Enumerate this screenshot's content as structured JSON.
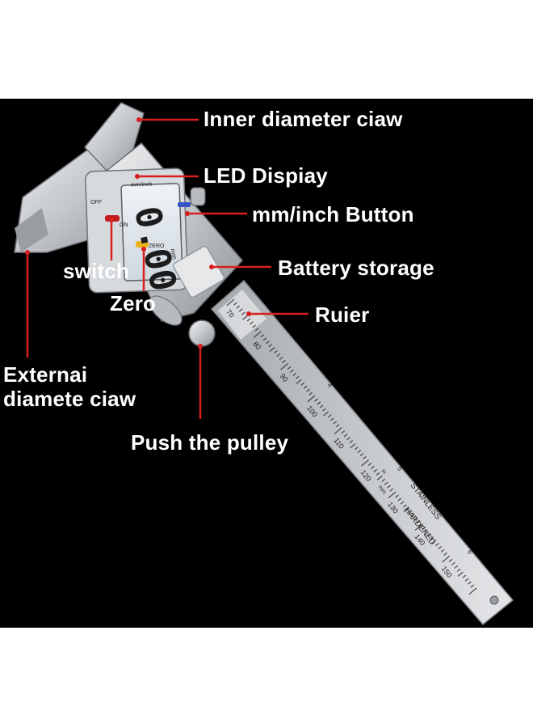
{
  "labels": {
    "inner_claw": "Inner diameter ciaw",
    "led_display": "LED Dispiay",
    "mm_inch_button": "mm/inch Button",
    "switch": "switch",
    "battery": "Battery storage",
    "zero": "Zero",
    "ruler": "Ruier",
    "external_claw_line1": "Externai",
    "external_claw_line2": "diamete ciaw",
    "push_pulley": "Push the pulley"
  },
  "device": {
    "lcd_reading": "0.00",
    "lcd_unit": "mm",
    "lcd_mode": "mm/inch",
    "off_label": "OFF",
    "on_label": "ON",
    "zero_label": "ZERO",
    "ruler_ticks": [
      "70",
      "80",
      "90",
      "100",
      "110",
      "120",
      "130",
      "140",
      "150"
    ],
    "inch_ticks": [
      "4",
      "5",
      "6"
    ],
    "ruler_unit_mm": "mm",
    "ruler_unit_in": "in",
    "engraving_line1": "STAINLESS",
    "engraving_line2": "HARDENED"
  },
  "colors": {
    "background": "#000000",
    "label_text": "#ffffff",
    "leader_line": "#d81e1e",
    "steel": "#c9ccd0"
  }
}
